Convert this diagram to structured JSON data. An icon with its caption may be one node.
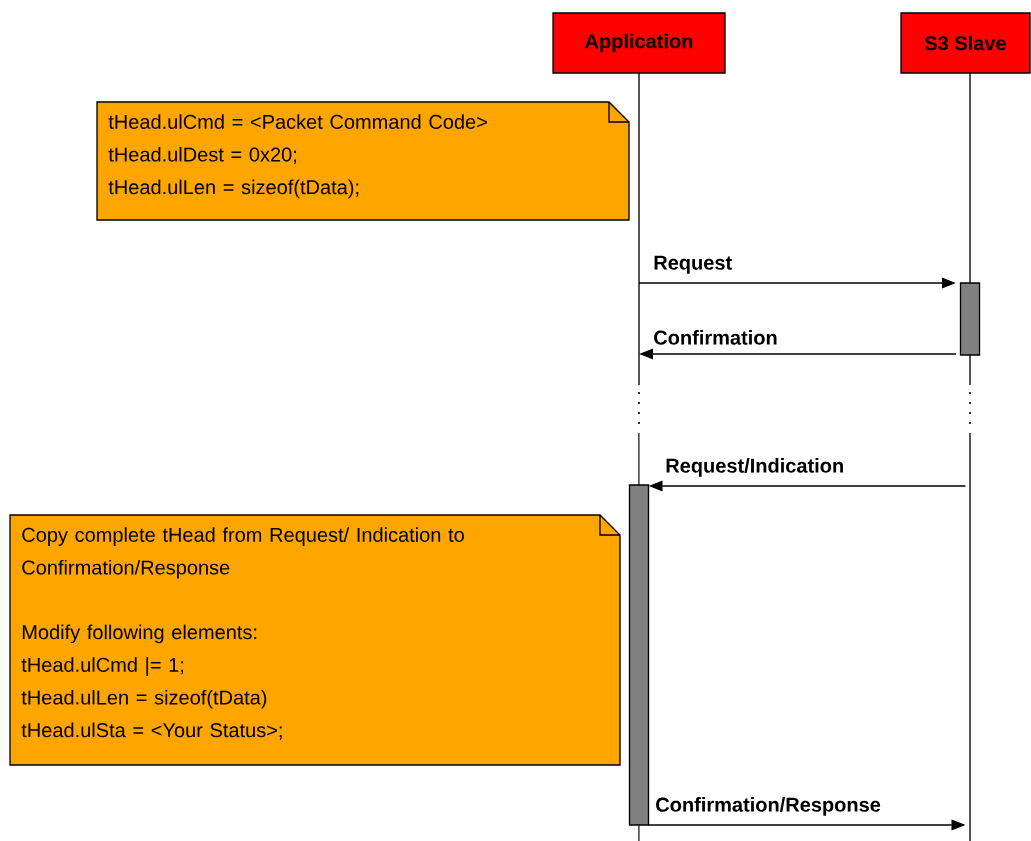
{
  "diagram": {
    "nodes": [
      {
        "text": [
          "Application"
        ]
      },
      {
        "text": [
          "S3 Slave"
        ]
      },
      {
        "text": [
          "tHead.ulCmd = <Packet Command Code>",
          "tHead.ulDest = 0x20;",
          "tHead.ulLen = sizeof(tData);"
        ]
      },
      {
        "text": [
          "Copy complete tHead from Request/ Indication to Confirmation/Response",
          "Modify following elements:",
          "tHead.ulCmd |= 1;",
          "tHead.ulLen = sizeof(tData)",
          "tHead.ulSta = <Your Status>;"
        ]
      }
    ],
    "edges": [
      {
        "from": 0,
        "to": 1,
        "arrow": "to",
        "label": "Request"
      },
      {
        "from": 1,
        "to": 0,
        "arrow": "to",
        "label": "Confirmation"
      },
      {
        "from": 1,
        "to": 0,
        "arrow": "to",
        "label": "Request/Indication"
      },
      {
        "from": 0,
        "to": 1,
        "arrow": "to",
        "label": "Confirmation/Response"
      }
    ]
  }
}
